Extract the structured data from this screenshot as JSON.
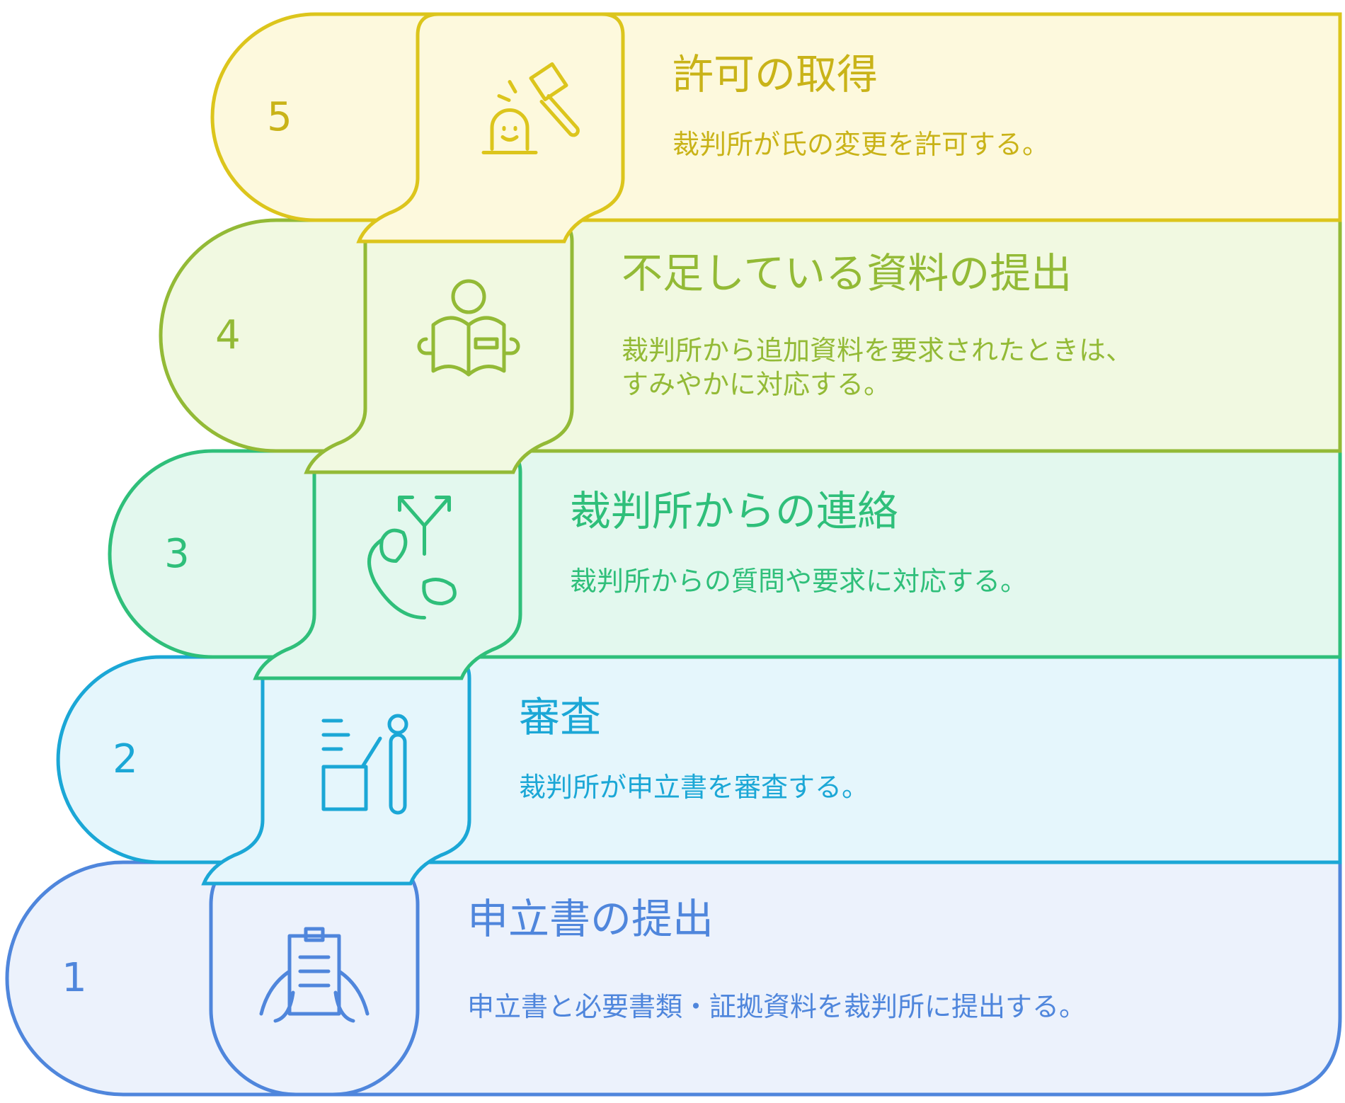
{
  "steps": [
    {
      "number": "1",
      "title": "申立書の提出",
      "description": "申立書と必要書類・証拠資料を裁判所に提出する。",
      "icon": "document-in-hands-icon",
      "stroke": "#4f86dc",
      "fill": "#ecf2fc",
      "text_color": "#4f86dc"
    },
    {
      "number": "2",
      "title": "審査",
      "description": "裁判所が申立書を審査する。",
      "icon": "person-at-desk-icon",
      "stroke": "#1ba7d6",
      "fill": "#e5f6fc",
      "text_color": "#1ba7d6"
    },
    {
      "number": "3",
      "title": "裁判所からの連絡",
      "description": "裁判所からの質問や要求に対応する。",
      "icon": "phone-arrows-icon",
      "stroke": "#2fbf7a",
      "fill": "#e3f8ee",
      "text_color": "#2fbf7a"
    },
    {
      "number": "4",
      "title": "不足している資料の提出",
      "description": "裁判所から追加資料を要求されたときは、\nすみやかに対応する。",
      "icon": "person-reading-book-icon",
      "stroke": "#93ba36",
      "fill": "#f1f9e1",
      "text_color": "#93ba36"
    },
    {
      "number": "5",
      "title": "許可の取得",
      "description": "裁判所が氏の変更を許可する。",
      "icon": "gavel-approval-icon",
      "stroke": "#dcc51c",
      "fill": "#fdf9dd",
      "text_color": "#c9b318"
    }
  ]
}
